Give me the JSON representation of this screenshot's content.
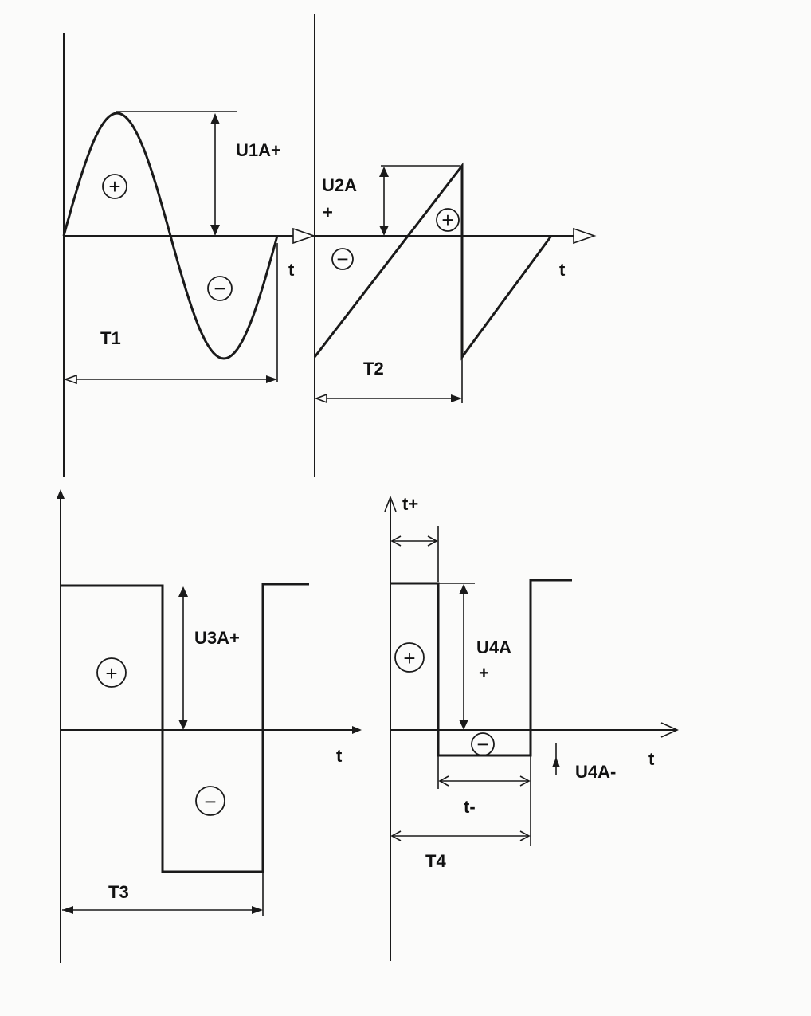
{
  "diagram": {
    "panel1": {
      "waveform": "sine",
      "amplitude_label": "U1A+",
      "period_label": "T1",
      "time_label": "t",
      "positive_sign": "+",
      "negative_sign": "−"
    },
    "panel2": {
      "waveform": "sawtooth",
      "amplitude_label": "U2A",
      "amplitude_suffix": "+",
      "period_label": "T2",
      "time_label": "t",
      "positive_sign": "+",
      "negative_sign": "−"
    },
    "panel3": {
      "waveform": "symmetric-square",
      "amplitude_label": "U3A+",
      "period_label": "T3",
      "time_label": "t",
      "positive_sign": "+",
      "negative_sign": "−"
    },
    "panel4": {
      "waveform": "asymmetric-pulse",
      "amplitude_label": "U4A",
      "amplitude_suffix": "+",
      "negative_amplitude_label": "U4A-",
      "positive_duration_label": "t+",
      "negative_duration_label": "t-",
      "period_label": "T4",
      "time_label": "t",
      "positive_sign": "+",
      "negative_sign": "−"
    }
  }
}
